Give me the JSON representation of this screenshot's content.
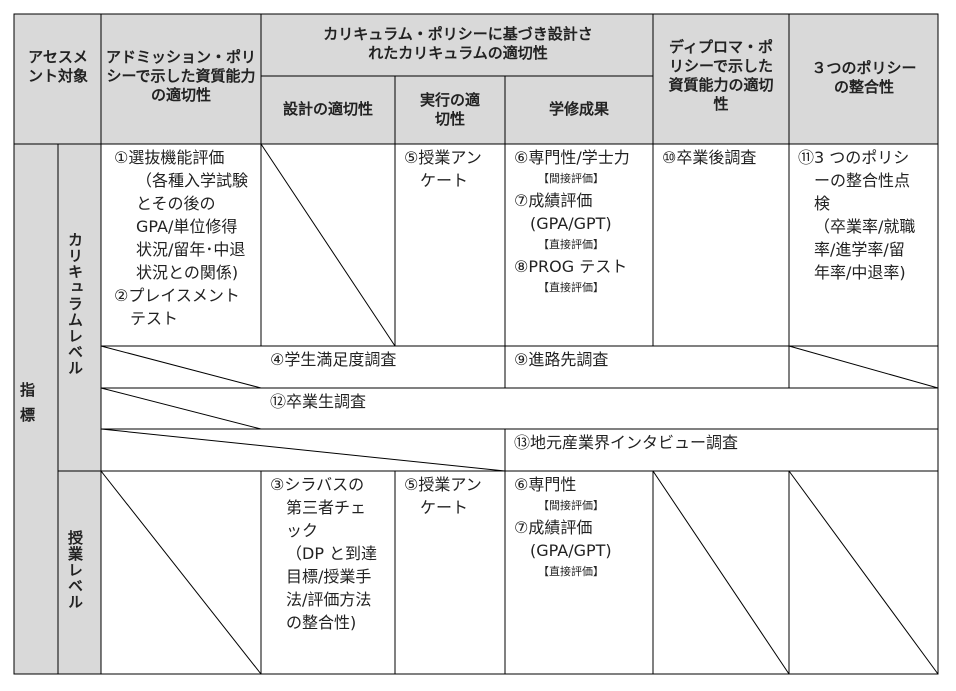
{
  "header": {
    "assessment_target": "アセスメント対象",
    "admission_policy": "アドミッション・ポリシーで示した資質能力の適切性",
    "curriculum_policy": "カリキュラム・ポリシーに基づき設計されたカリキュラムの適切性",
    "design": "設計の適切性",
    "execution": "実行の適切性",
    "learning_outcome": "学修成果",
    "diploma_policy": "ディプロマ・ポリシーで示した資質能力の適切性",
    "three_policies": "３つのポリシーの整合性"
  },
  "side": {
    "indicator": "指標",
    "curriculum_level": "カリキュラムレベル",
    "class_level": "授業レベル"
  },
  "curriculum_row": {
    "admission_lines": [
      "①選抜機能評価",
      "（各種入学試験",
      "とその後の",
      "GPA/単位修得",
      "状況/留年･中退",
      "状況との関係)",
      "②プレイスメント",
      "テスト"
    ],
    "execution_lines": [
      "⑤授業アン",
      "ケート"
    ],
    "outcome_1": "⑥専門性/学士力",
    "outcome_1_tag": "【間接評価】",
    "outcome_2": "⑦成績評価",
    "outcome_2_sub": "(GPA/GPT)",
    "outcome_2_tag": "【直接評価】",
    "outcome_3": "⑧PROG テスト",
    "outcome_3_tag": "【直接評価】",
    "diploma_item": "⑩卒業後調査",
    "policy_lines": [
      "⑪3 つのポリシ",
      "ーの整合性点",
      "検",
      "（卒業率/就職",
      "率/進学率/留",
      "年率/中退率)"
    ]
  },
  "span_rows": {
    "satisfaction": "④学生満足度調査",
    "career": "⑨進路先調査",
    "graduate": "⑫卒業生調査",
    "industry": "⑬地元産業界インタビュー調査"
  },
  "class_row": {
    "design_lines": [
      "③シラバスの",
      "第三者チェ",
      "ック",
      "（DP と到達",
      "目標/授業手",
      "法/評価方法",
      "の整合性)"
    ],
    "execution_lines": [
      "⑤授業アン",
      "ケート"
    ],
    "outcome_1": "⑥専門性",
    "outcome_1_tag": "【間接評価】",
    "outcome_2": "⑦成績評価",
    "outcome_2_sub": "(GPA/GPT)",
    "outcome_2_tag": "【直接評価】"
  }
}
